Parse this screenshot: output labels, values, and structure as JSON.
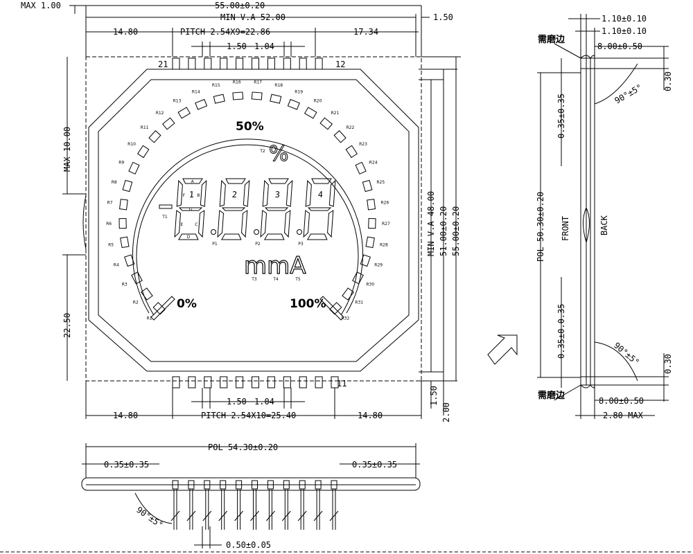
{
  "front_view": {
    "dims": {
      "max_left": "MAX 1.00",
      "overall_width": "55.00±0.20",
      "min_va_width": "MIN V.A 52.00",
      "right_edge": "1.50",
      "top_left_offset": "14.80",
      "top_pitch": "PITCH 2.54X9=22.86",
      "top_right_offset": "17.34",
      "pin_width_top": "1.50",
      "pin_gap_top": "1.04",
      "max_height_left": "MAX 10.00",
      "lower_left_height": "22.50",
      "min_va_height": "MIN V.A 48.00",
      "height_51": "51.00±0.20",
      "height_55": "55.00±0.20",
      "bottom_right_150": "1.50",
      "bottom_right_200": "2.00",
      "pin_width_bottom": "1.50",
      "pin_gap_bottom": "1.04",
      "bottom_left_offset": "14.80",
      "bottom_pitch": "PITCH 2.54X10=25.40",
      "bottom_right_offset": "14.80"
    },
    "pin_labels": {
      "top_left": "21",
      "top_right": "12",
      "bottom_right": "11"
    },
    "lcd": {
      "percent_50": "50%",
      "percent_0": "0%",
      "percent_100": "100%",
      "unit": "mmA",
      "percent_symbol": "%",
      "minus": "-",
      "digit_labels": [
        "1",
        "2",
        "3",
        "4"
      ],
      "segment_labels": [
        "A",
        "F",
        "B",
        "G",
        "E",
        "C",
        "D"
      ],
      "point_labels": [
        "P1",
        "P2",
        "P3"
      ],
      "t_labels": [
        "T1",
        "T2",
        "T3",
        "T4",
        "T5"
      ],
      "ring_labels": [
        "R1",
        "R2",
        "R3",
        "R4",
        "R5",
        "R6",
        "R7",
        "R8",
        "R9",
        "R10",
        "R11",
        "R12",
        "R13",
        "R14",
        "R15",
        "R16",
        "R17",
        "R18",
        "R19",
        "R20",
        "R21",
        "R22",
        "R23",
        "R24",
        "R25",
        "R26",
        "R27",
        "R28",
        "R29",
        "R30",
        "R31",
        "R32"
      ]
    }
  },
  "side_view": {
    "dims": {
      "glass_top": "1.10±0.10",
      "glass_second": "1.10±0.10",
      "edge_top": "8.00±0.50",
      "edge_bottom": "8.00±0.50",
      "max_thickness": "2.80 MAX",
      "gap_top": "0.30",
      "gap_bottom": "0.30",
      "offset_top": "0.35±0.35",
      "offset_bottom": "0.35±0.0.35",
      "pol_height": "POL 50.30±0.20",
      "angle_top": "90°±5°",
      "angle_bottom": "90°±5°"
    },
    "labels": {
      "front": "FRONT",
      "back": "BACK",
      "grind_top": "需磨边",
      "grind_bottom": "需磨边"
    }
  },
  "bottom_view": {
    "dims": {
      "pol_width": "POL 54.30±0.20",
      "left_offset": "0.35±0.35",
      "right_offset": "0.35±0.35",
      "pin_thickness": "0.50±0.05",
      "angle": "90°±5°"
    }
  }
}
